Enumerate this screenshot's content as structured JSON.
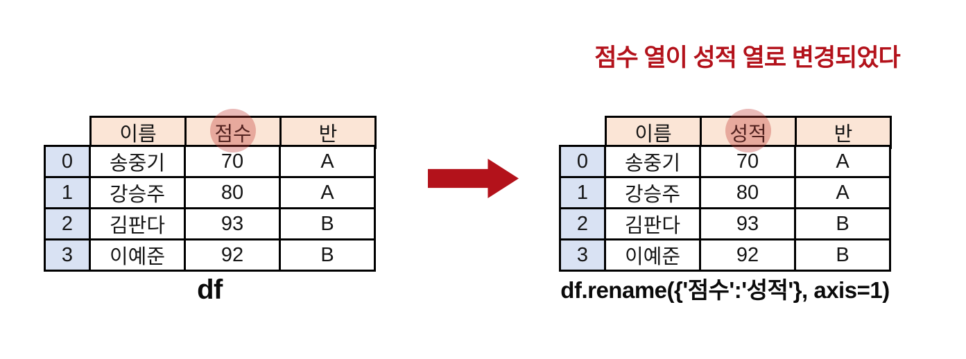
{
  "slide": {
    "title": "점수 열이 성적 열로 변경되었다"
  },
  "left_table": {
    "caption": "df",
    "columns": [
      "이름",
      "점수",
      "반"
    ],
    "highlighted_column": "점수",
    "index": [
      "0",
      "1",
      "2",
      "3"
    ],
    "rows": [
      [
        "송중기",
        "70",
        "A"
      ],
      [
        "강승주",
        "80",
        "A"
      ],
      [
        "김판다",
        "93",
        "B"
      ],
      [
        "이예준",
        "92",
        "B"
      ]
    ]
  },
  "right_table": {
    "caption": "df.rename({'점수':'성적'}, axis=1)",
    "columns": [
      "이름",
      "성적",
      "반"
    ],
    "highlighted_column": "성적",
    "index": [
      "0",
      "1",
      "2",
      "3"
    ],
    "rows": [
      [
        "송중기",
        "70",
        "A"
      ],
      [
        "강승주",
        "80",
        "A"
      ],
      [
        "김판다",
        "93",
        "B"
      ],
      [
        "이예준",
        "92",
        "B"
      ]
    ]
  },
  "arrow": {
    "direction": "right",
    "color": "#b3121b"
  },
  "colors": {
    "title_red": "#b3121b",
    "header_fill": "#fbe5d6",
    "index_fill": "#d9e2f3",
    "border_black": "#000000",
    "highlight_circle": "rgba(194,57,52,0.35)"
  }
}
